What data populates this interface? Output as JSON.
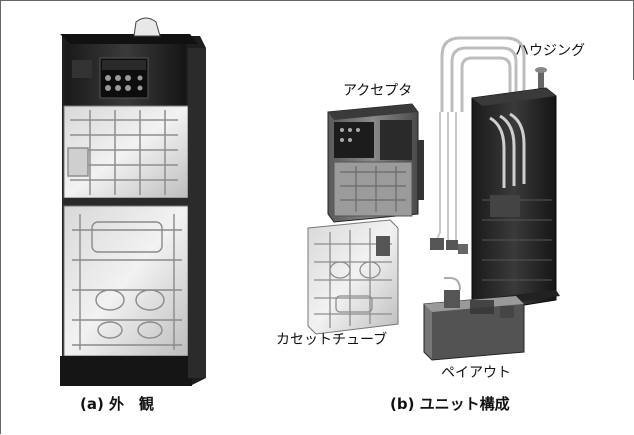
{
  "labels": {
    "housing": "ハウジング",
    "acceptor": "アクセプタ",
    "cassette_tube": "カセットチューブ",
    "payout": "ペイアウト"
  },
  "captions": {
    "exterior": "(a) 外　観",
    "unit_structure": "(b) ユニット構成"
  }
}
